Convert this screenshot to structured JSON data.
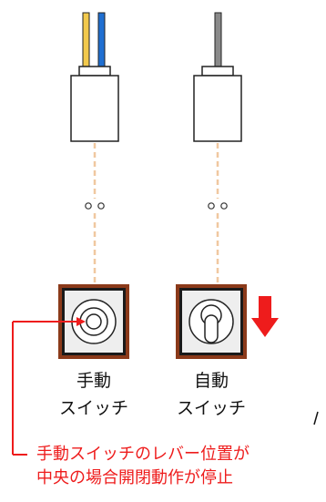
{
  "labels": {
    "manual_switch": [
      "手動",
      "スイッチ"
    ],
    "auto_switch": [
      "自動",
      "スイッチ"
    ]
  },
  "note": {
    "line1": "手動スイッチのレバー位置が",
    "line2": "中央の場合開閉動作が停止"
  },
  "colors": {
    "accent_red": "#ee1c1c",
    "dashed_line": "#f0c8a0",
    "switch_frame": "#8b3a1a",
    "switch_face": "#eeeeee",
    "wire_yellow": "#f2c94c",
    "wire_blue": "#1f6fd1",
    "wire_gray": "#8a8a8a"
  },
  "icons": {
    "direction_arrow": "red-down-arrow-icon",
    "manual_switch": "manual-dial-switch-icon",
    "auto_switch": "toggle-lever-switch-icon"
  }
}
